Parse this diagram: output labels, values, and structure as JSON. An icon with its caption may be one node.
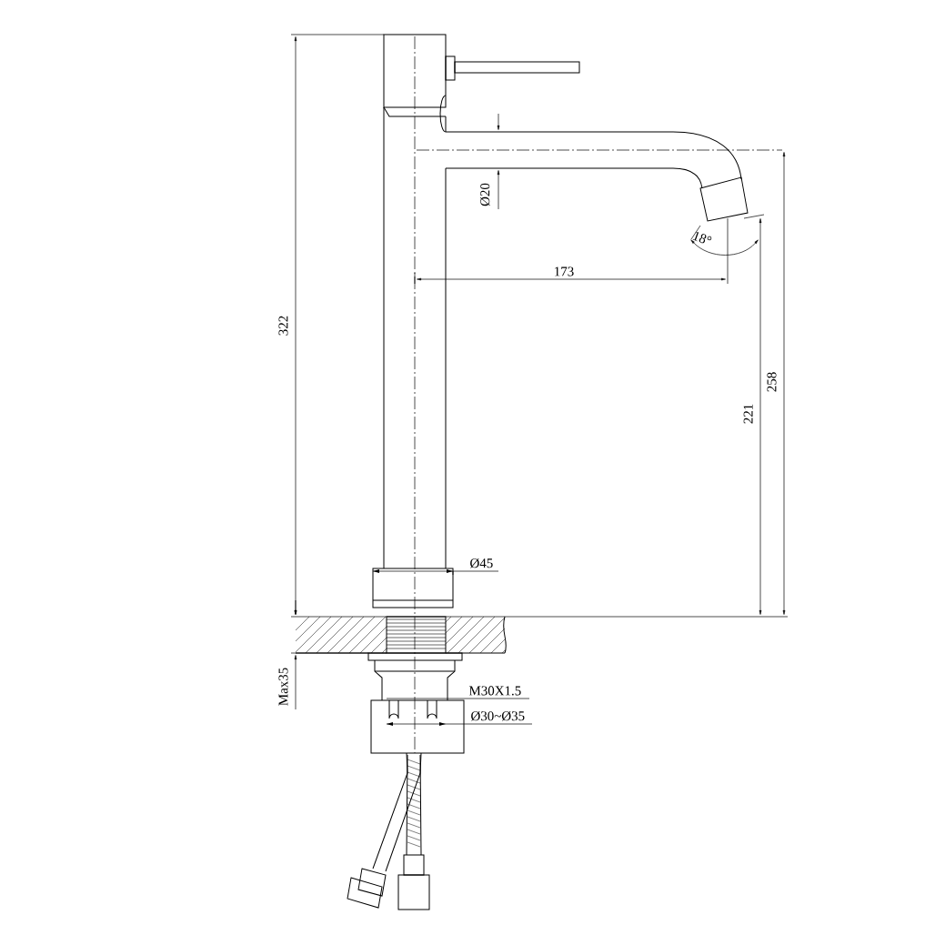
{
  "diagram": {
    "labels": [
      "322",
      "Ø20",
      "18°",
      "173",
      "258",
      "221",
      "Ø45",
      "Max35",
      "M30X1.5",
      "Ø30~Ø35"
    ]
  }
}
